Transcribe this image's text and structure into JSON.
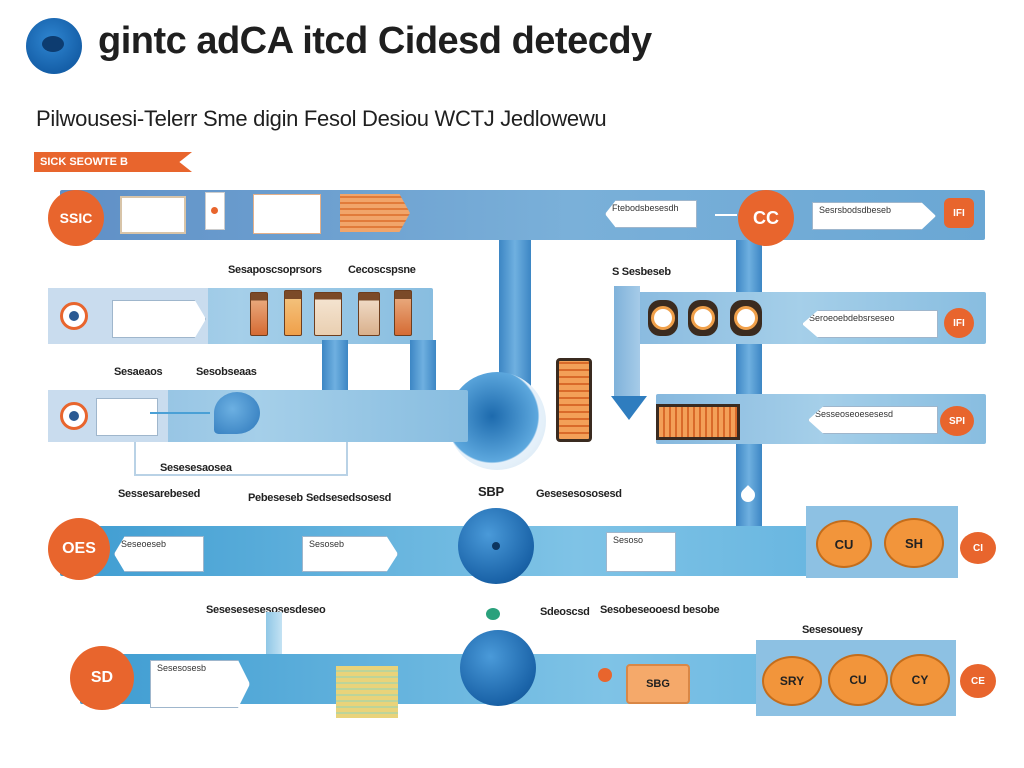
{
  "header": {
    "title": "gintc adCA itcd Cidesd detecdy",
    "subtitle": "Pilwousesi-Telerr Sme digin Fesol Desiou WCTJ Jedlowewu",
    "banner_label": "SICK SEOWTE B"
  },
  "rows": {
    "row1": {
      "start_label": "SSIC",
      "tag_right": "Sesrsbodsdbeseb",
      "tag_left": "Ftebodsbesesdh",
      "mid_circle": "CC",
      "end_label": "IFI"
    },
    "row2": {
      "label_a": "Sesaposcsoprsors",
      "label_b": "Cecoscspsne",
      "top_right_label": "S Sesbeseb",
      "tag_right": "Seroeoebdebsrseseo",
      "end_label": "IFI"
    },
    "row3": {
      "label_a": "Sesaeaos",
      "label_b": "Sesobseaas",
      "label_c": "Sesesesaosea",
      "tag_right": "Sesseoseoesesesd",
      "end_label": "SPI"
    },
    "row4": {
      "start_label": "OES",
      "label_a": "Sessesarebesed",
      "label_b": "Pebeseseb",
      "label_c": "Sedsesedsosesd",
      "label_d": "SBP",
      "label_e": "Gesesesososesd",
      "tag_a": "Seseoeseb",
      "tag_b": "Sesoseb",
      "tag_c": "Sesoso",
      "oval_a": "CU",
      "oval_b": "SH",
      "end_label": "CI"
    },
    "row5": {
      "start_label": "SD",
      "label_a": "Sesesesesesosesdeseo",
      "label_b": "Sesobeseooesd besobe",
      "label_c": "Sdeoscsd",
      "label_d": "Sesesouesy",
      "tag_a": "Sesesosesb",
      "box_label": "SBG",
      "oval_a": "SRY",
      "oval_b": "CU",
      "oval_c": "CY",
      "end_label": "CE"
    }
  },
  "colors": {
    "accent_orange": "#e8652d",
    "accent_gold": "#f2953b",
    "band_blue": "#6aa7d4",
    "ball_blue": "#1a63a8"
  }
}
